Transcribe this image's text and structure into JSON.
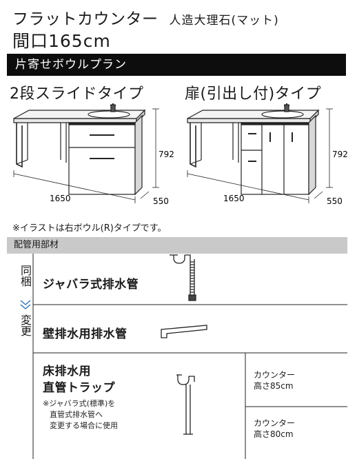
{
  "header": {
    "product": "フラットカウンター",
    "material": "人造大理石(マット)",
    "size": "間口165cm"
  },
  "plan": "片寄せボウルプラン",
  "types": [
    {
      "label": "2段スライドタイプ",
      "width": "1650",
      "height": "792",
      "depth": "550"
    },
    {
      "label": "扉(引出し付)タイプ",
      "width": "1650",
      "height": "792",
      "depth": "550"
    }
  ],
  "note": "※イラストは右ボウル(R)タイプです。",
  "piping": {
    "header": "配管用部材",
    "bundled_label": "同梱",
    "change_label": "変更",
    "rows": [
      {
        "name": "ジャバラ式排水管"
      },
      {
        "name": "壁排水用排水管"
      },
      {
        "name_line1": "床排水用",
        "name_line2": "直管トラップ",
        "note_lines": [
          "※ジャバラ式(標準)を",
          "直管式排水管へ",
          "変更する場合に使用"
        ],
        "heights": [
          {
            "line1": "カウンター",
            "line2": "高さ85cm"
          },
          {
            "line1": "カウンター",
            "line2": "高さ80cm"
          }
        ]
      }
    ]
  }
}
